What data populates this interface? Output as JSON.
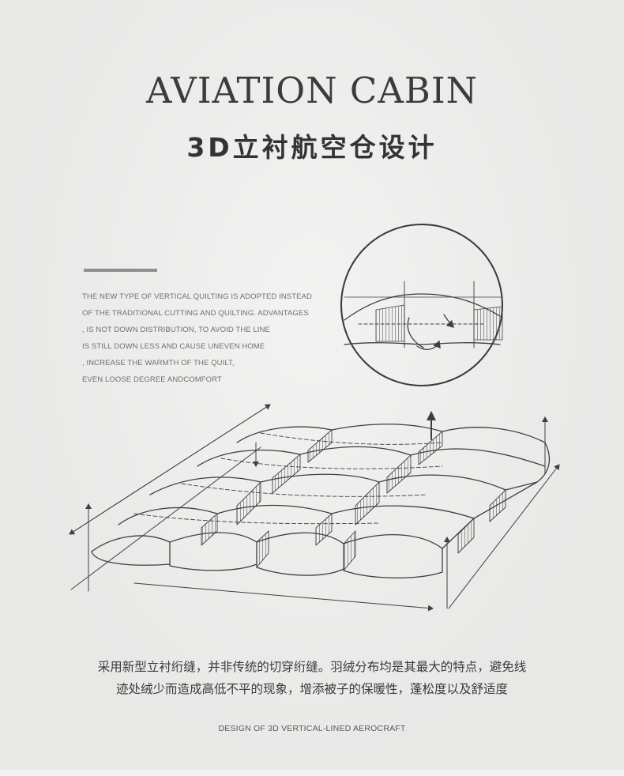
{
  "header": {
    "title_en": "AVIATION CABIN",
    "title_cn": "3D立衬航空仓设计"
  },
  "description_en": {
    "lines": [
      "THE NEW TYPE OF VERTICAL QUILTING IS ADOPTED INSTEAD",
      "OF THE TRADITIONAL CUTTING AND QUILTING. ADVANTAGES",
      ", IS NOT DOWN DISTRIBUTION, TO AVOID THE LINE",
      "IS STILL DOWN LESS AND CAUSE UNEVEN HOME",
      ", INCREASE THE WARMTH OF THE QUILT,",
      "EVEN LOOSE DEGREE ANDCOMFORT"
    ]
  },
  "description_cn": {
    "lines": [
      "采用新型立衬绗缝，并非传统的切穿绗缝。羽绒分布均是其最大的特点，避免线",
      "迹处绒少而造成高低不平的现象，增添被子的保暖性，蓬松度以及舒适度"
    ]
  },
  "footer": {
    "text": "DESIGN OF 3D VERTICAL-LINED AEROCRAFT"
  },
  "colors": {
    "background": "#e8e8e7",
    "ink": "#3a3a3a",
    "rule": "#8f8f8f"
  },
  "illustration": {
    "name": "quilt-3d-box-illustration",
    "detail": "magnifier-cross-section"
  }
}
